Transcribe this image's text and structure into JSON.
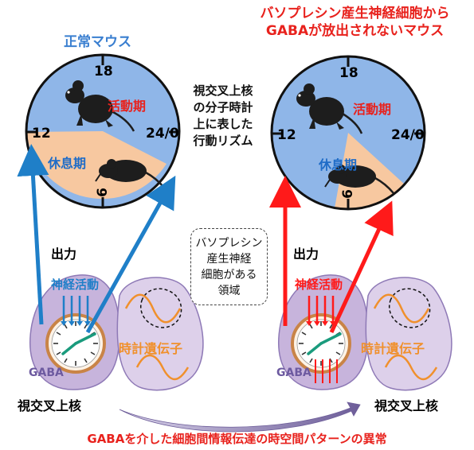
{
  "left_title": "正常マウス",
  "right_title_line1": "バソプレシン産生神経細胞から",
  "right_title_line2": "GABAが放出されないマウス",
  "center_label": [
    "視交叉上核",
    "の分子時計",
    "上に表した",
    "行動リズム"
  ],
  "clock_labels": {
    "top": "18",
    "left": "12",
    "right": "24/0",
    "bottom": "6",
    "active": "活動期",
    "rest": "休息期"
  },
  "output_label": "出力",
  "neural_activity": "神経活動",
  "clock_gene": "時計遺伝子",
  "gaba": "GABA",
  "scn_label": "視交叉上核",
  "note_box": [
    "バソプレシン",
    "産生神経",
    "細胞がある",
    "領域"
  ],
  "bottom_caption": "GABAを介した細胞間情報伝達の時空間パターンの異常",
  "colors": {
    "blue": "#2f86c8",
    "red": "#ff1a1a",
    "clock_blue": "#8fb6e8",
    "clock_peach": "#f7c8a0",
    "lobe_purple": "#c7b4dc",
    "gene_orange": "#f0902c"
  }
}
